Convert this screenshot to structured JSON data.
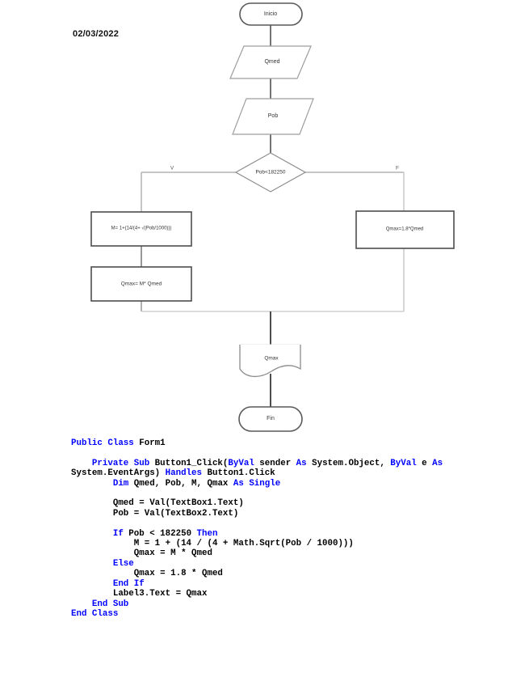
{
  "page": {
    "date": "02/03/2022"
  },
  "colors": {
    "keyword": "#0000ff",
    "code_text": "#000000",
    "shape_text": "#333333"
  },
  "flowchart": {
    "start": "Inicio",
    "input_qmed": "Qmed",
    "input_pob": "Pob",
    "decision": "Pob<182250",
    "branch_true": "V",
    "branch_false": "F",
    "process_m": "M= 1+(14/(4+ √(Pob/1000)))",
    "process_qmax_true": "Qmax= M* Qmed",
    "process_qmax_false": "Qmax=1.8*Qmed",
    "output": "Qmax",
    "end": "Fin"
  },
  "code": {
    "lines": [
      [
        {
          "t": "Public Class",
          "k": true
        },
        " Form1"
      ],
      [],
      [
        "    ",
        {
          "t": "Private Sub",
          "k": true
        },
        " Button1_Click(",
        {
          "t": "ByVal",
          "k": true
        },
        " sender ",
        {
          "t": "As",
          "k": true
        },
        " System.Object, ",
        {
          "t": "ByVal",
          "k": true
        },
        " e ",
        {
          "t": "As",
          "k": true
        }
      ],
      [
        "System.EventArgs) ",
        {
          "t": "Handles",
          "k": true
        },
        " Button1.Click"
      ],
      [
        "        ",
        {
          "t": "Dim",
          "k": true
        },
        " Qmed, Pob, M, Qmax ",
        {
          "t": "As Single",
          "k": true
        }
      ],
      [],
      [
        "        Qmed = Val(TextBox1.Text)"
      ],
      [
        "        Pob = Val(TextBox2.Text)"
      ],
      [],
      [
        "        ",
        {
          "t": "If",
          "k": true
        },
        " Pob < 182250 ",
        {
          "t": "Then",
          "k": true
        }
      ],
      [
        "            M = 1 + (14 / (4 + Math.Sqrt(Pob / 1000)))"
      ],
      [
        "            Qmax = M * Qmed"
      ],
      [
        "        ",
        {
          "t": "Else",
          "k": true
        }
      ],
      [
        "            Qmax = 1.8 * Qmed"
      ],
      [
        "        ",
        {
          "t": "End If",
          "k": true
        }
      ],
      [
        "        Label3.Text = Qmax"
      ],
      [
        "    ",
        {
          "t": "End Sub",
          "k": true
        }
      ],
      [
        {
          "t": "End Class",
          "k": true
        }
      ]
    ]
  }
}
